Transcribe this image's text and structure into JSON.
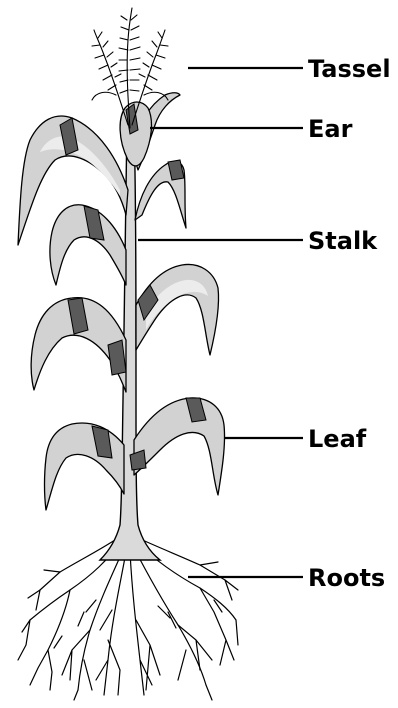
{
  "labels": {
    "tassel": "Tassel",
    "ear": "Ear",
    "stalk": "Stalk",
    "leaf": "Leaf",
    "roots": "Roots"
  }
}
